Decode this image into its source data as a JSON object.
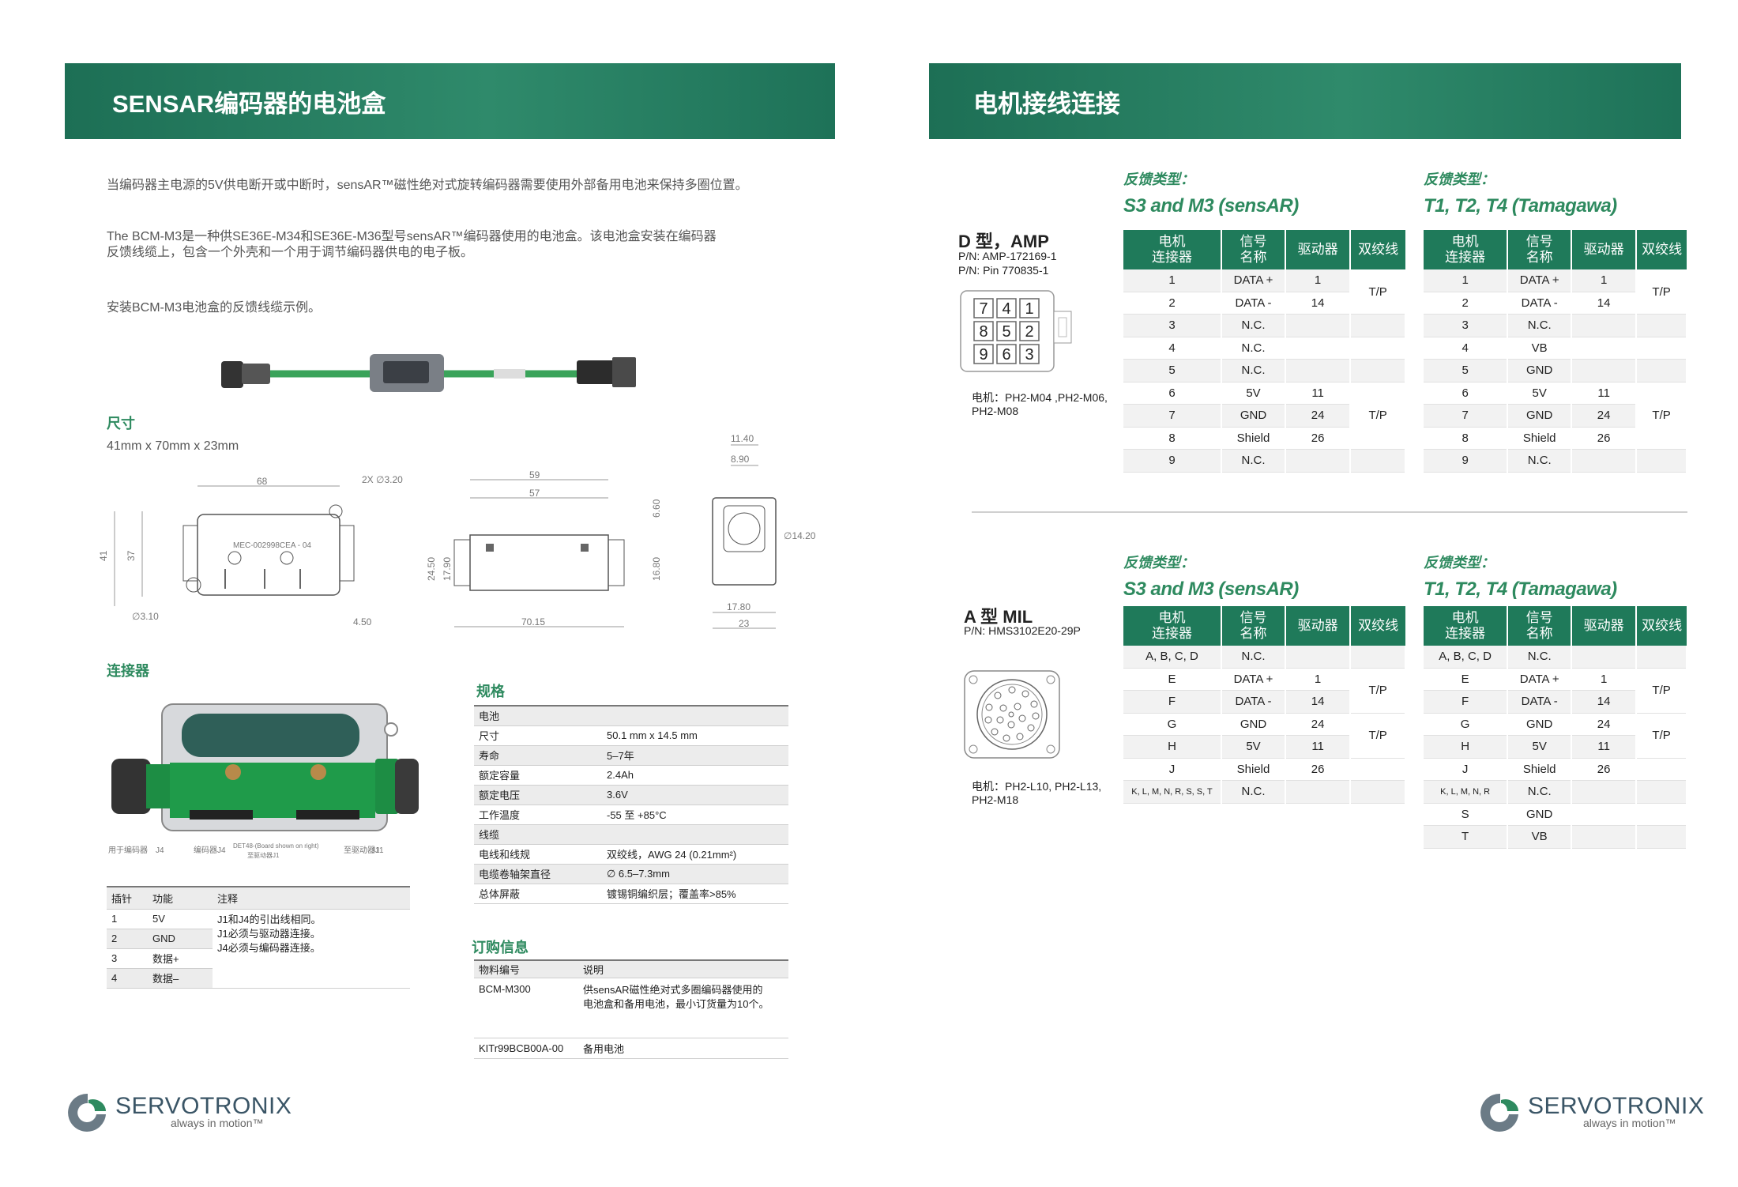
{
  "left": {
    "banner_title": "SENSAR编码器的电池盒",
    "para1": "当编码器主电源的5V供电断开或中断时，sensAR™磁性绝对式旋转编码器需要使用外部备用电池来保持多圈位置。",
    "para2_line1": "The BCM-M3是一种供SE36E-M34和SE36E-M36型号sensAR™编码器使用的电池盒。该电池盒安装在编码器",
    "para2_line2": "反馈线缆上，包含一个外壳和一个用于调节编码器供电的电子板。",
    "para3": "安装BCM-M3电池盒的反馈线缆示例。",
    "size_title": "尺寸",
    "size_value": "41mm x 70mm x 23mm",
    "connector_title": "连接器",
    "dims": {
      "d68": "68",
      "d2x": "2X ∅3.20",
      "d41": "41",
      "d37": "37",
      "d310": "∅3.10",
      "d450": "4.50",
      "label_part": "MEC-002998CEA - 04",
      "d59": "59",
      "d57": "57",
      "d660": "6.60",
      "d2450": "24.50",
      "d1790": "17.90",
      "d1680": "16.80",
      "d7015": "70.15",
      "d1140": "11.40",
      "d890": "8.90",
      "d1420": "∅14.20",
      "d1780": "17.80",
      "d23": "23"
    },
    "board_labels": [
      "用于编码器",
      "J4",
      "编码器J4",
      "DET48-(Board shown on right)",
      "至驱动器J1",
      "至驱动器J1",
      "J1"
    ],
    "pin_table": {
      "headers": [
        "插针",
        "功能",
        "注释"
      ],
      "rows": [
        [
          "1",
          "5V"
        ],
        [
          "2",
          "GND"
        ],
        [
          "3",
          "数据+"
        ],
        [
          "4",
          "数据–"
        ]
      ],
      "notes": [
        "J1和J4的引出线相同。",
        "J1必须与驱动器连接。",
        "J4必须与编码器连接。"
      ]
    },
    "spec": {
      "title": "规格",
      "rows": [
        {
          "label": "电池",
          "value": "",
          "gray": true
        },
        {
          "label": "尺寸",
          "value": "50.1 mm x 14.5 mm",
          "gray": false
        },
        {
          "label": "寿命",
          "value": "5–7年",
          "gray": true
        },
        {
          "label": "额定容量",
          "value": "2.4Ah",
          "gray": false
        },
        {
          "label": "额定电压",
          "value": "3.6V",
          "gray": true
        },
        {
          "label": "工作温度",
          "value": "-55 至 +85°C",
          "gray": false
        },
        {
          "label": "线缆",
          "value": "",
          "gray": true
        },
        {
          "label": "电线和线规",
          "value": "双绞线，AWG 24 (0.21mm²)",
          "gray": false
        },
        {
          "label": "电缆卷轴架直径",
          "value": "∅ 6.5–7.3mm",
          "gray": true
        },
        {
          "label": "总体屏蔽",
          "value": "镀锡铜编织层；覆盖率>85%",
          "gray": false
        }
      ]
    },
    "order": {
      "title": "订购信息",
      "headers": [
        "物料编号",
        "说明"
      ],
      "rows": [
        {
          "code": "BCM-M300",
          "desc1": "供sensAR磁性绝对式多圈编码器使用的",
          "desc2": "电池盒和备用电池，最小订货量为10个。"
        },
        {
          "code": "KITr99BCB00A-00",
          "desc1": "备用电池",
          "desc2": ""
        }
      ]
    }
  },
  "right": {
    "banner_title": "电机接线连接",
    "feedback_label": "反馈类型：",
    "type_s3": "S3 and M3 (sensAR)",
    "type_t": "T1, T2, T4 (Tamagawa)",
    "headers": [
      "电机\n连接器",
      "信号\n名称",
      "驱动器",
      "双绞线"
    ],
    "d_type": {
      "title": "D 型，AMP",
      "pn1": "P/N: AMP-172169-1",
      "pn2": "P/N: Pin 770835-1",
      "motor1": "电机：PH2-M04 ,PH2-M06,",
      "motor2": "PH2-M08",
      "grid": [
        "7",
        "4",
        "1",
        "8",
        "5",
        "2",
        "9",
        "6",
        "3"
      ],
      "s3_rows": [
        [
          "1",
          "DATA +",
          "1"
        ],
        [
          "2",
          "DATA -",
          "14"
        ],
        [
          "3",
          "N.C.",
          ""
        ],
        [
          "4",
          "N.C.",
          ""
        ],
        [
          "5",
          "N.C.",
          ""
        ],
        [
          "6",
          "5V",
          "11"
        ],
        [
          "7",
          "GND",
          "24"
        ],
        [
          "8",
          "Shield",
          "26"
        ],
        [
          "9",
          "N.C.",
          ""
        ]
      ],
      "t_rows": [
        [
          "1",
          "DATA +",
          "1"
        ],
        [
          "2",
          "DATA -",
          "14"
        ],
        [
          "3",
          "N.C.",
          ""
        ],
        [
          "4",
          "VB",
          ""
        ],
        [
          "5",
          "GND",
          ""
        ],
        [
          "6",
          "5V",
          "11"
        ],
        [
          "7",
          "GND",
          "24"
        ],
        [
          "8",
          "Shield",
          "26"
        ],
        [
          "9",
          "N.C.",
          ""
        ]
      ],
      "tp": "T/P"
    },
    "a_type": {
      "title": "A 型 MIL",
      "pn": "P/N: HMS3102E20-29P",
      "motor1": "电机：PH2-L10, PH2-L13,",
      "motor2": "PH2-M18",
      "s3_rows": [
        [
          "A, B, C, D",
          "N.C.",
          ""
        ],
        [
          "E",
          "DATA +",
          "1"
        ],
        [
          "F",
          "DATA -",
          "14"
        ],
        [
          "G",
          "GND",
          "24"
        ],
        [
          "H",
          "5V",
          "11"
        ],
        [
          "J",
          "Shield",
          "26"
        ],
        [
          "K, L, M, N, R, S, S, T",
          "N.C.",
          ""
        ]
      ],
      "t_rows": [
        [
          "A, B, C, D",
          "N.C.",
          ""
        ],
        [
          "E",
          "DATA +",
          "1"
        ],
        [
          "F",
          "DATA -",
          "14"
        ],
        [
          "G",
          "GND",
          "24"
        ],
        [
          "H",
          "5V",
          "11"
        ],
        [
          "J",
          "Shield",
          "26"
        ],
        [
          "K, L, M, N, R",
          "N.C.",
          ""
        ],
        [
          "S",
          "GND",
          ""
        ],
        [
          "T",
          "VB",
          ""
        ]
      ],
      "tp": "T/P"
    }
  },
  "logo": {
    "name": "SERVOTRONIX",
    "tagline": "always in motion™"
  },
  "colors": {
    "brand_green": "#1f7a5a",
    "text_green": "#2e8a5f"
  }
}
